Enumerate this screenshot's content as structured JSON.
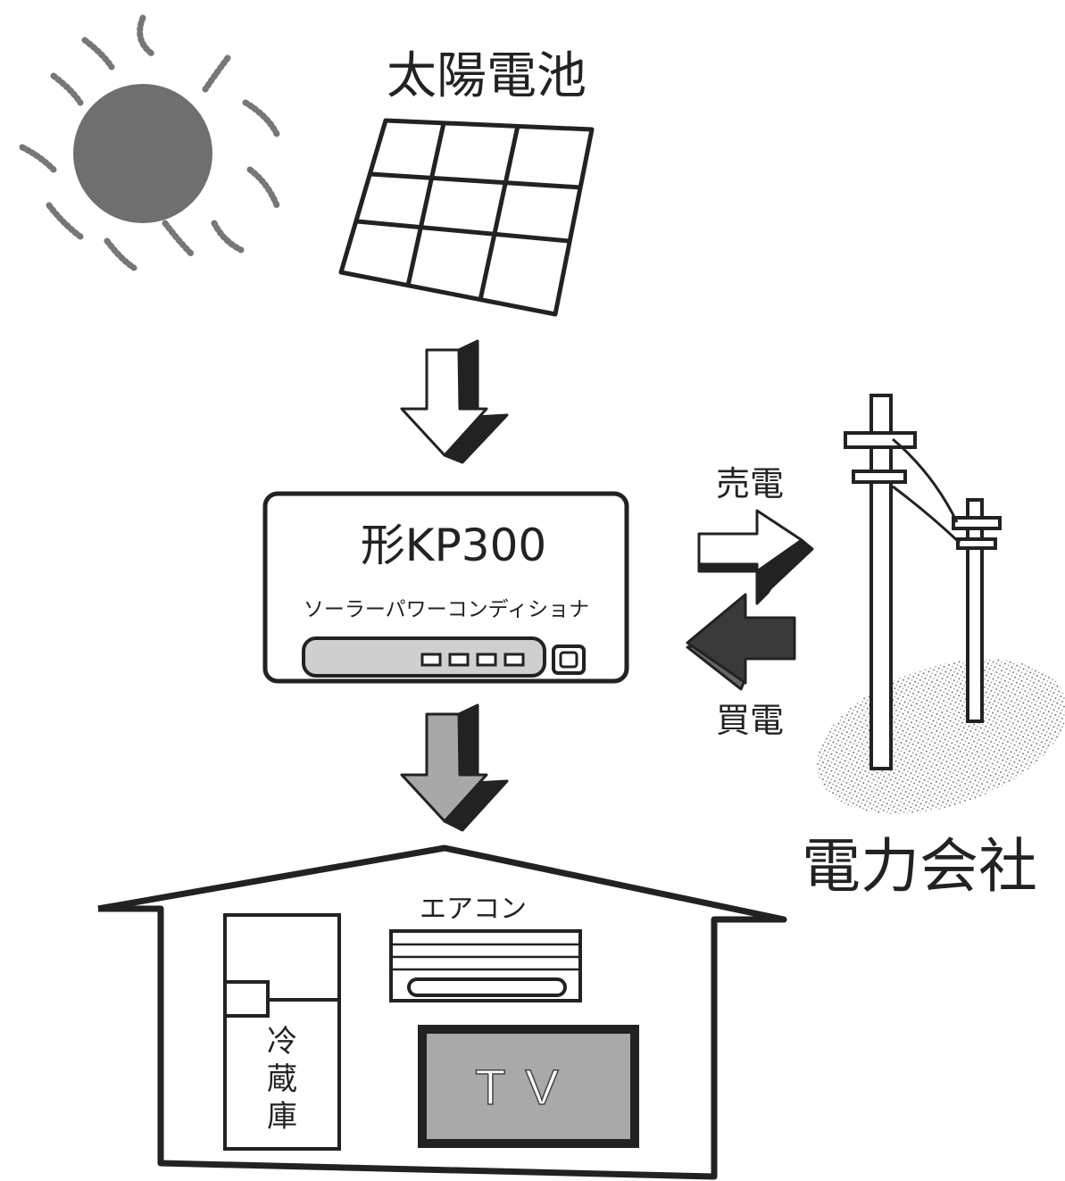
{
  "labels": {
    "solar_panel": "太陽電池",
    "model": "形KP300",
    "device_name": "ソーラーパワーコンディショナ",
    "sell": "売電",
    "buy": "買電",
    "utility": "電力会社",
    "aircon": "エアコン",
    "fridge": "冷蔵庫",
    "tv": "TV"
  },
  "colors": {
    "line": "#222222",
    "sun": "#6f6f6f",
    "arrow_down_fill_bottom": "#a8a8a8",
    "arrow_buy_fill": "#3a3a3a",
    "tv_screen": "#a9a9a9",
    "panel_display": "#cfcfcf"
  }
}
